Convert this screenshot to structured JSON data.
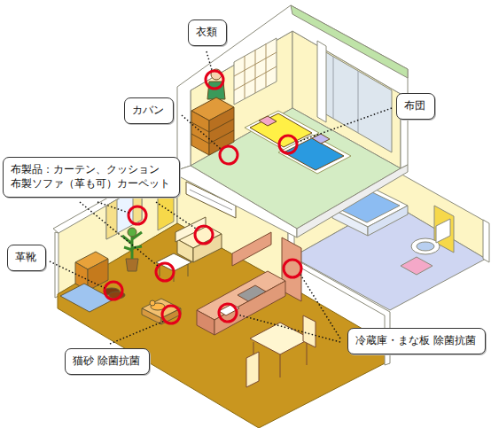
{
  "diagram": {
    "nodes": [
      {
        "text": [
          "衣類"
        ]
      },
      {
        "text": [
          "カバン"
        ]
      },
      {
        "text": [
          "布団"
        ]
      },
      {
        "text": [
          "布製品：カーテン、クッション",
          "布製ソファ（革も可）カーペット"
        ]
      },
      {
        "text": [
          "革靴"
        ]
      },
      {
        "text": [
          "冷蔵庫・まな板 除菌抗菌"
        ]
      },
      {
        "text": [
          "猫砂 除菌抗菌"
        ]
      }
    ]
  }
}
